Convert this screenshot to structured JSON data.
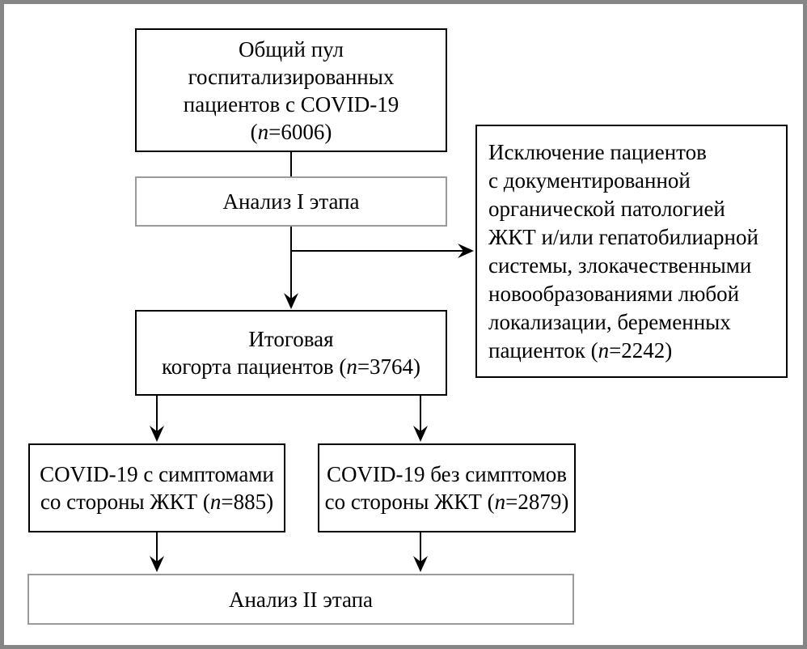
{
  "colors": {
    "outer_frame": "#868686",
    "box_border": "#000000",
    "stage_box_border": "#9a9a9a",
    "text": "#000000",
    "background": "#ffffff",
    "arrow": "#000000"
  },
  "flowchart": {
    "pool": {
      "lines": [
        {
          "pre": "Общий пул"
        },
        {
          "pre": "госпитализированных"
        },
        {
          "pre": "пациентов с COVID-19"
        },
        {
          "pre": "(",
          "n": "n",
          "post": "=6006)"
        }
      ]
    },
    "stage1": {
      "label": "Анализ I этапа"
    },
    "exclusion": {
      "lines": [
        {
          "pre": "Исключение пациентов"
        },
        {
          "pre": "с документированной"
        },
        {
          "pre": "органической патологией"
        },
        {
          "pre": "ЖКТ и/или гепатобилиарной"
        },
        {
          "pre": "системы, злокачественными"
        },
        {
          "pre": "новообразованиями любой"
        },
        {
          "pre": "локализации, беременных"
        },
        {
          "pre": "пациенток (",
          "n": "n",
          "post": "=2242)"
        }
      ]
    },
    "cohort": {
      "lines": [
        {
          "pre": "Итоговая"
        },
        {
          "pre": "когорта пациентов (",
          "n": "n",
          "post": "=3764)"
        }
      ]
    },
    "gi_symptoms": {
      "lines": [
        {
          "pre": "COVID-19 с симптомами"
        },
        {
          "pre": "со стороны ЖКТ (",
          "n": "n",
          "post": "=885)"
        }
      ]
    },
    "no_gi_symptoms": {
      "lines": [
        {
          "pre": "COVID-19 без симптомов"
        },
        {
          "pre": "со стороны ЖКТ (",
          "n": "n",
          "post": "=2879)"
        }
      ]
    },
    "stage2": {
      "label": "Анализ II этапа"
    }
  }
}
